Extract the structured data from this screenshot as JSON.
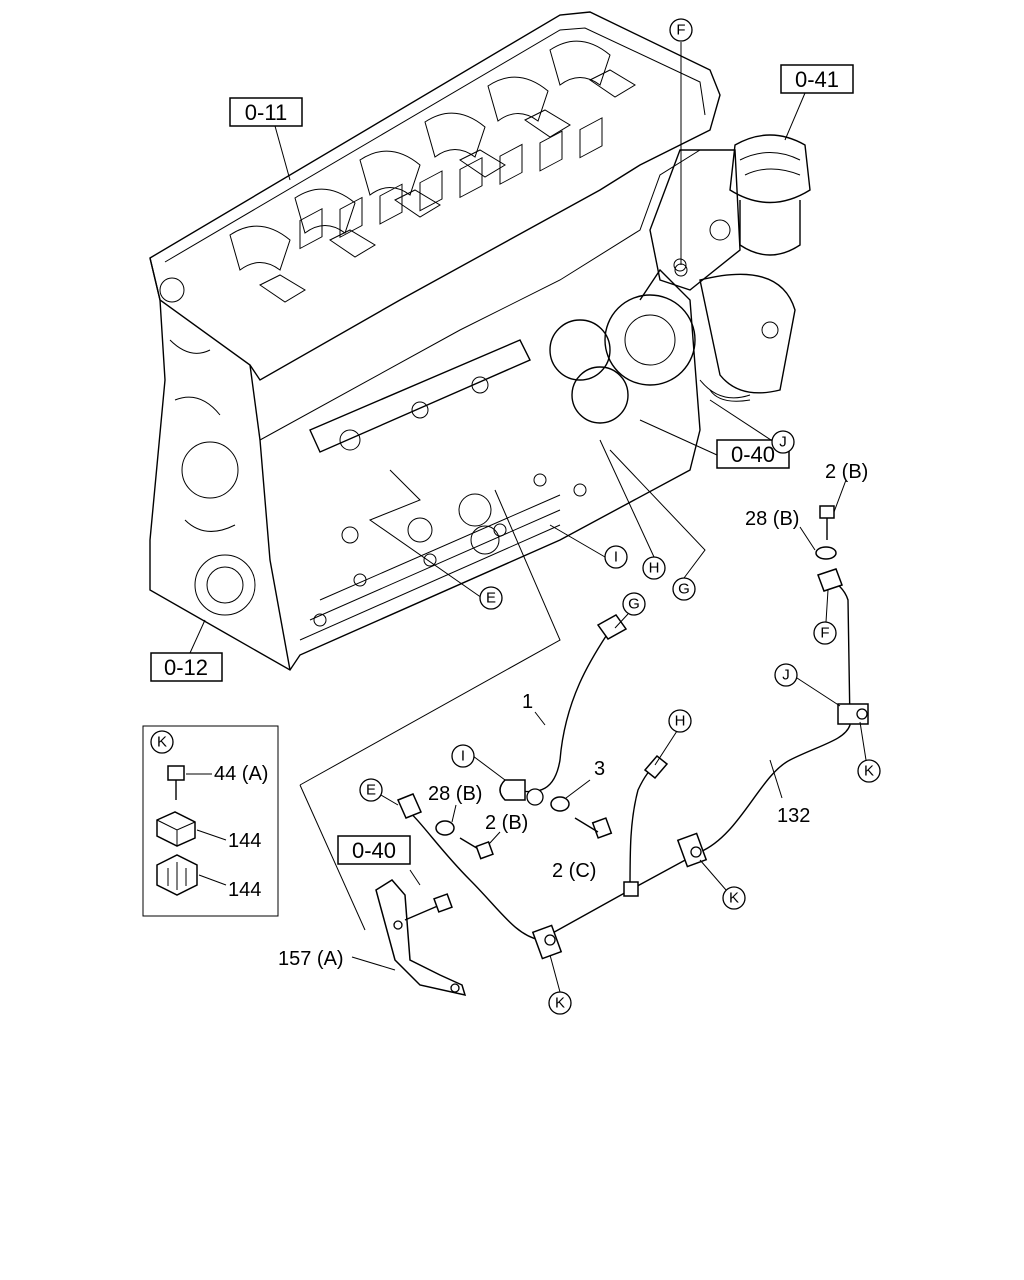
{
  "refs": {
    "block": "0-11",
    "lower": "0-12",
    "pump": "0-41",
    "bracket_ref_main": "0-40",
    "bracket_ref_lower": "0-40"
  },
  "circles": {
    "F_top": "F",
    "J_right": "J",
    "I_mid": "I",
    "H_mid": "H",
    "G_mid": "G",
    "E_mid": "E",
    "G_pipe": "G",
    "F_pipe": "F",
    "J_pipe": "J",
    "K_pipe": "K",
    "I_pipe": "I",
    "H_pipe": "H",
    "E_pipe": "E",
    "K_a": "K",
    "K_b": "K",
    "K_inset": "K"
  },
  "labels": {
    "bolt_top": "2 (B)",
    "washer_top": "28 (B)",
    "pipe_1": "1",
    "washer_3": "3",
    "washer_28b": "28 (B)",
    "bolt_2b": "2 (B)",
    "bolt_2c": "2 (C)",
    "pipe_132": "132",
    "bracket_157a": "157 (A)"
  },
  "inset": {
    "bolt_44a": "44 (A)",
    "clip_144a": "144",
    "clip_144b": "144"
  }
}
